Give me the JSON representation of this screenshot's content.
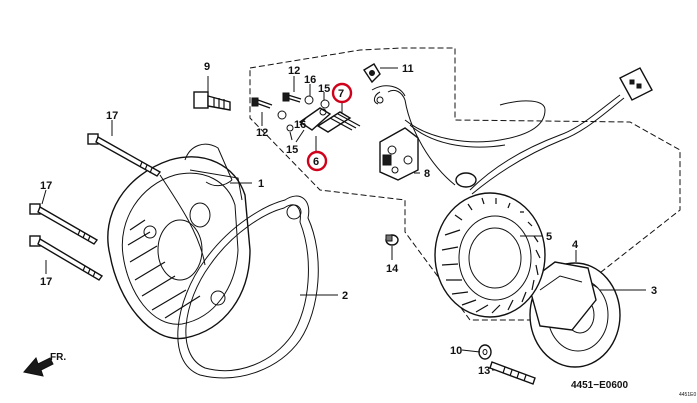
{
  "diagram": {
    "callouts": [
      {
        "id": "c1",
        "label": "1"
      },
      {
        "id": "c2",
        "label": "2"
      },
      {
        "id": "c3",
        "label": "3"
      },
      {
        "id": "c4",
        "label": "4"
      },
      {
        "id": "c5",
        "label": "5"
      },
      {
        "id": "c6",
        "label": "6",
        "highlighted": true
      },
      {
        "id": "c7",
        "label": "7",
        "highlighted": true
      },
      {
        "id": "c8",
        "label": "8"
      },
      {
        "id": "c9",
        "label": "9"
      },
      {
        "id": "c10",
        "label": "10"
      },
      {
        "id": "c11",
        "label": "11"
      },
      {
        "id": "c12a",
        "label": "12"
      },
      {
        "id": "c12b",
        "label": "12"
      },
      {
        "id": "c13",
        "label": "13"
      },
      {
        "id": "c14",
        "label": "14"
      },
      {
        "id": "c15a",
        "label": "15"
      },
      {
        "id": "c15b",
        "label": "15"
      },
      {
        "id": "c16a",
        "label": "16"
      },
      {
        "id": "c16b",
        "label": "16"
      },
      {
        "id": "c17a",
        "label": "17"
      },
      {
        "id": "c17b",
        "label": "17"
      },
      {
        "id": "c17c",
        "label": "17"
      }
    ],
    "direction_label": "FR.",
    "diagram_code": "4451−E0600",
    "corner_code": "4451E0",
    "highlight_color": "#d0021b"
  }
}
